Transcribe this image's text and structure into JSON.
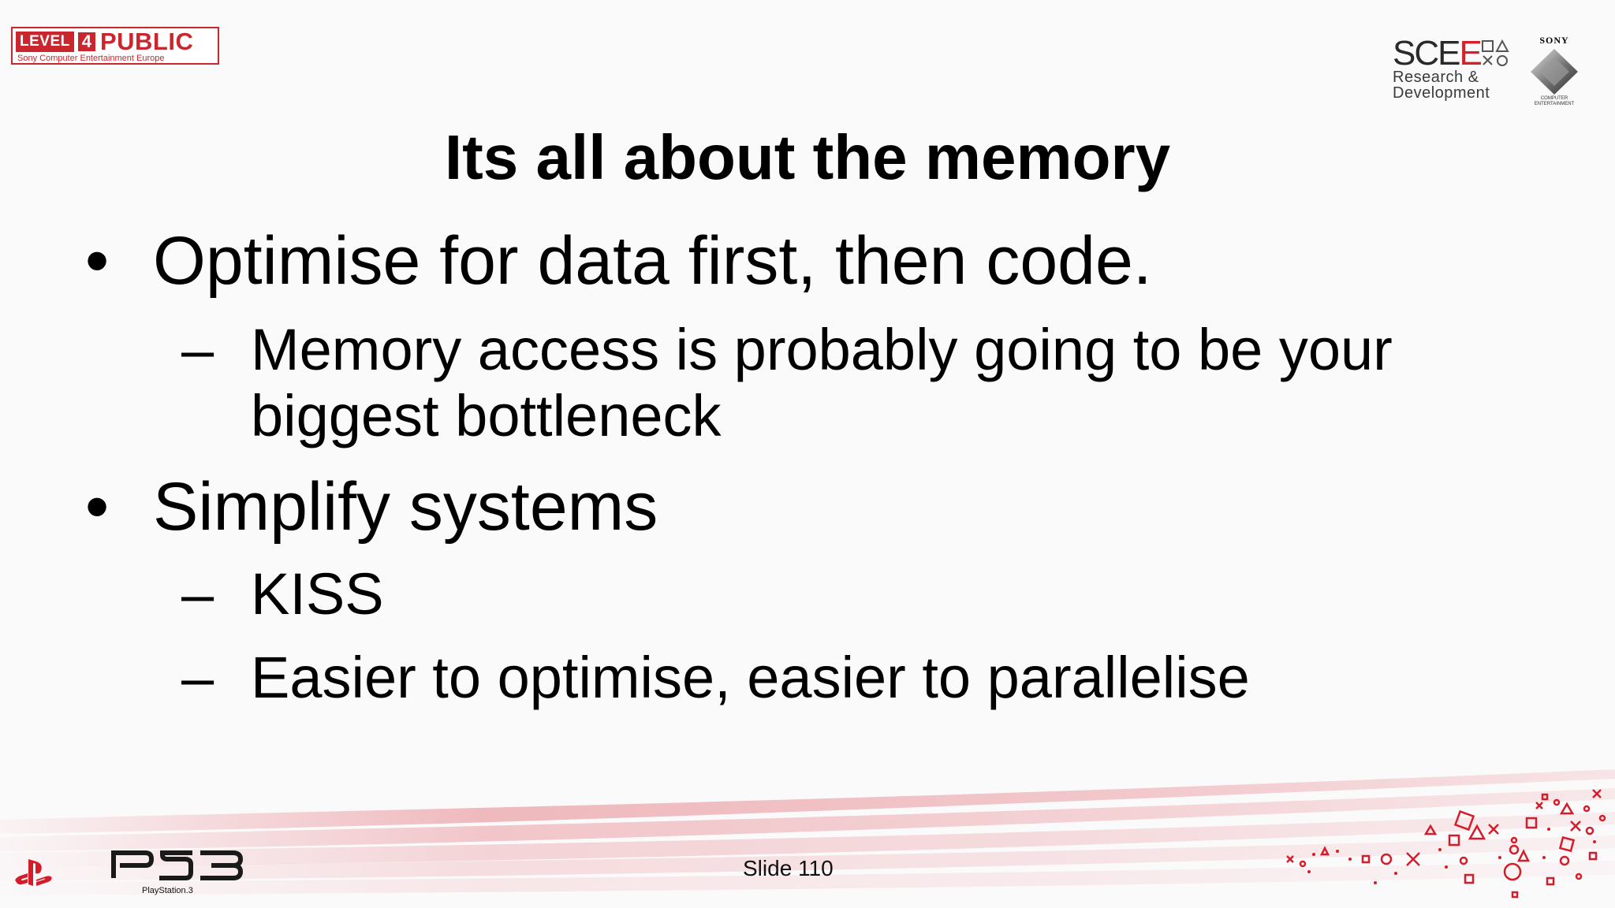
{
  "header": {
    "badge": {
      "level_word": "LEVEL",
      "level_number": "4",
      "classification": "PUBLIC",
      "company": "Sony Computer Entertainment Europe"
    },
    "scee": {
      "name_black": "SCE",
      "name_red": "E",
      "division_line1": "Research &",
      "division_line2": "Development"
    },
    "sony": {
      "wordmark": "SONY",
      "caption_line1": "COMPUTER",
      "caption_line2": "ENTERTAINMENT"
    }
  },
  "slide": {
    "title": "Its all about the memory",
    "bullets": [
      {
        "marker": "•",
        "text": "Optimise for data first, then code.",
        "sub": [
          {
            "marker": "–",
            "text": "Memory access is probably going to be your biggest bottleneck"
          }
        ]
      },
      {
        "marker": "•",
        "text": "Simplify systems",
        "sub": [
          {
            "marker": "–",
            "text": "KISS"
          },
          {
            "marker": "–",
            "text": "Easier to optimise, easier to parallelise"
          }
        ]
      }
    ]
  },
  "footer": {
    "ps3_wordmark": "PlayStation.3",
    "slide_number": "Slide 110",
    "icons": [
      "playstation-logo",
      "ps3-logo",
      "playstation-shapes-pattern"
    ]
  },
  "colors": {
    "brand_red": "#c9262e",
    "scee_red": "#d2232a",
    "band_red": "#e06a72",
    "ps_red": "#d41d2a"
  }
}
